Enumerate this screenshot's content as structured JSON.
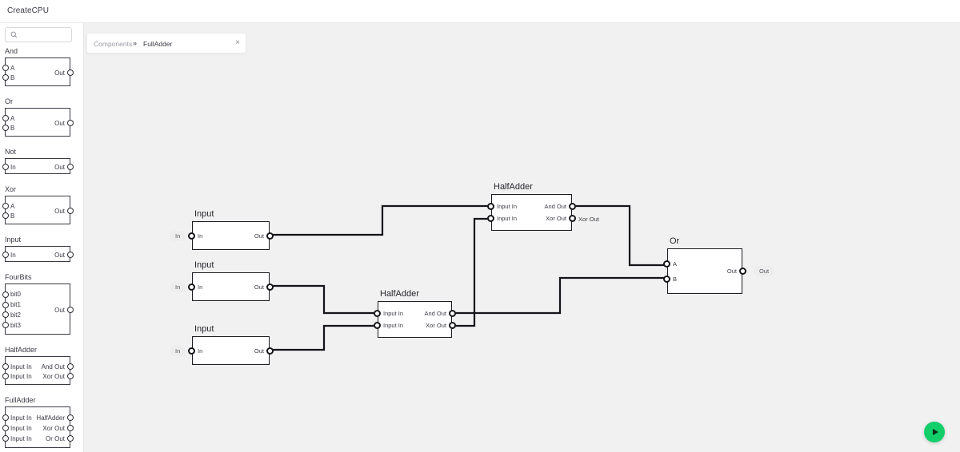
{
  "app": {
    "title": "CreateCPU"
  },
  "search": {
    "placeholder": "",
    "value": "",
    "icon": "search-icon"
  },
  "breadcrumb": {
    "root": "Components",
    "separator": "»",
    "current": "FullAdder",
    "close": "×"
  },
  "palette": [
    {
      "name": "And",
      "title": "And",
      "inputs": [
        "A",
        "B"
      ],
      "outputs": [
        "Out"
      ]
    },
    {
      "name": "Or",
      "title": "Or",
      "inputs": [
        "A",
        "B"
      ],
      "outputs": [
        "Out"
      ]
    },
    {
      "name": "Not",
      "title": "Not",
      "inputs": [
        "In"
      ],
      "outputs": [
        "Out"
      ]
    },
    {
      "name": "Xor",
      "title": "Xor",
      "inputs": [
        "A",
        "B"
      ],
      "outputs": [
        "Out"
      ]
    },
    {
      "name": "Input",
      "title": "Input",
      "inputs": [
        "In"
      ],
      "outputs": [
        "Out"
      ]
    },
    {
      "name": "FourBits",
      "title": "FourBits",
      "inputs": [
        "bit0",
        "bit1",
        "bit2",
        "bit3"
      ],
      "outputs": [
        "Out"
      ]
    },
    {
      "name": "HalfAdder",
      "title": "HalfAdder",
      "inputs": [
        "Input In",
        "Input In"
      ],
      "outputs": [
        "And Out",
        "Xor Out"
      ]
    },
    {
      "name": "FullAdder",
      "title": "FullAdder",
      "inputs": [
        "Input In",
        "Input In",
        "Input In"
      ],
      "outputs": [
        "HalfAdder",
        "Xor Out",
        "Or Out"
      ]
    }
  ],
  "canvas": {
    "nodes": [
      {
        "name": "input-1",
        "title": "Input",
        "inputs": [
          "In"
        ],
        "outputs": [
          "Out"
        ],
        "badge_left": "In",
        "badge_right": ""
      },
      {
        "name": "input-2",
        "title": "Input",
        "inputs": [
          "In"
        ],
        "outputs": [
          "Out"
        ],
        "badge_left": "In",
        "badge_right": ""
      },
      {
        "name": "input-3",
        "title": "Input",
        "inputs": [
          "In"
        ],
        "outputs": [
          "Out"
        ],
        "badge_left": "In",
        "badge_right": ""
      },
      {
        "name": "halfadder-1",
        "title": "HalfAdder",
        "inputs": [
          "Input In",
          "Input In"
        ],
        "outputs": [
          "And Out",
          "Xor Out"
        ],
        "tag_right": "Xor Out"
      },
      {
        "name": "halfadder-2",
        "title": "HalfAdder",
        "inputs": [
          "Input In",
          "Input In"
        ],
        "outputs": [
          "And Out",
          "Xor Out"
        ],
        "tag_right": ""
      },
      {
        "name": "or-1",
        "title": "Or",
        "inputs": [
          "A",
          "B"
        ],
        "outputs": [
          "Out"
        ],
        "badge_right": "Out"
      }
    ]
  },
  "run_button": {
    "label": "run-simulation",
    "icon": "play-icon",
    "color": "#12ce6b"
  },
  "colors": {
    "canvas_bg": "#f1f1f1",
    "panel_bg": "#ffffff",
    "wire": "#14141a",
    "node_border": "#1c1c22",
    "accent_green": "#12ce6b"
  }
}
